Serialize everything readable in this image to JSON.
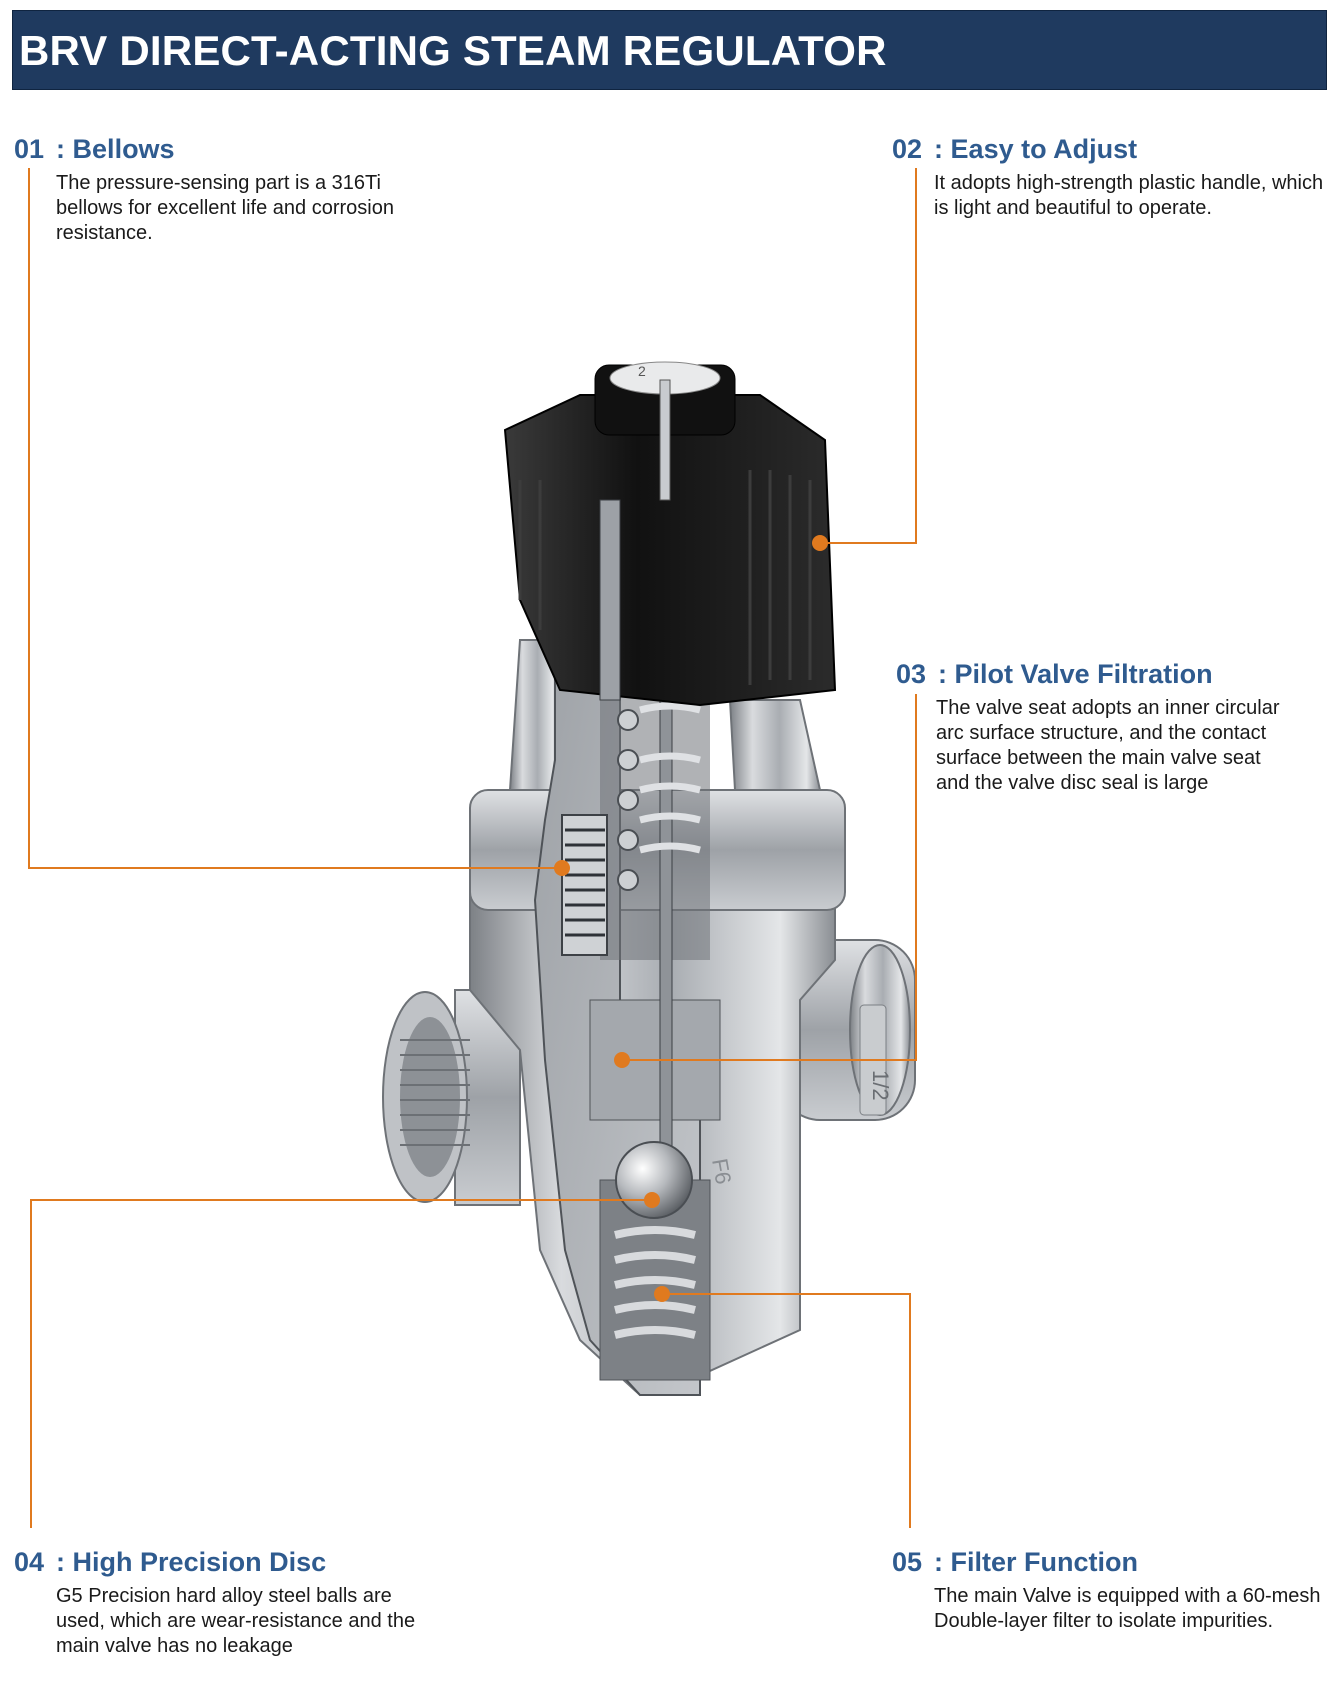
{
  "title": "BRV DIRECT-ACTING STEAM REGULATOR",
  "callouts": [
    {
      "num": "01",
      "sep": ": ",
      "title": "Bellows",
      "desc": "The pressure-sensing part is a 316Ti bellows for excellent life and corrosion resistance."
    },
    {
      "num": "02",
      "sep": ": ",
      "title": "Easy to Adjust",
      "desc": "It adopts high-strength plastic handle, which is light and beautiful to operate."
    },
    {
      "num": "03",
      "sep": ": ",
      "title": "Pilot Valve Filtration",
      "desc": "The valve seat adopts an inner circular arc surface structure, and the contact surface between the main valve seat and the valve disc seal is large"
    },
    {
      "num": "04",
      "sep": ": ",
      "title": "High Precision Disc",
      "desc": "G5 Precision hard alloy steel balls are used, which are wear-resistance and the main valve has no leakage"
    },
    {
      "num": "05",
      "sep": ": ",
      "title": "Filter Function",
      "desc": "The main Valve is equipped with a 60-mesh Double-layer filter to isolate impurities."
    }
  ],
  "colors": {
    "header_bg": "#1f3a5f",
    "heading_text": "#2f5b8f",
    "leader_line": "#e07a1f",
    "metal": "#b9bcc0",
    "handle": "#1c1c1c"
  },
  "illustration": {
    "kind": "cutaway-render",
    "subject": "steam pressure regulating valve",
    "markings": [
      "2",
      "1/2",
      "F6"
    ]
  }
}
